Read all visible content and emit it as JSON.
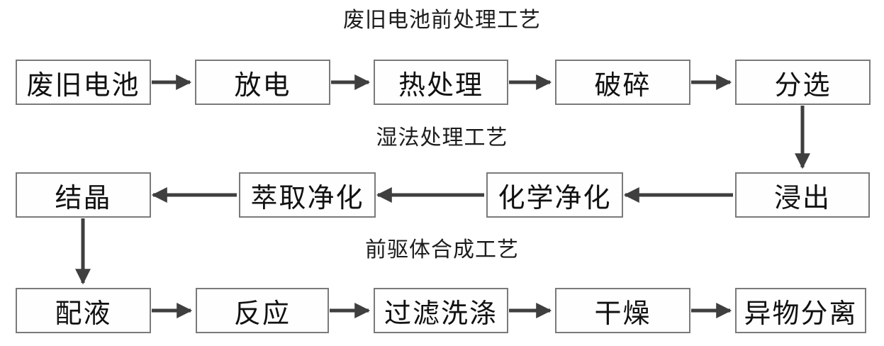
{
  "diagram": {
    "sections": [
      {
        "title": "废旧电池前处理工艺",
        "flow_direction": "left-to-right",
        "boxes": [
          {
            "label": "废旧电池"
          },
          {
            "label": "放电"
          },
          {
            "label": "热处理"
          },
          {
            "label": "破碎"
          },
          {
            "label": "分选"
          }
        ]
      },
      {
        "title": "湿法处理工艺",
        "flow_direction": "right-to-left",
        "boxes": [
          {
            "label": "结晶"
          },
          {
            "label": "萃取净化"
          },
          {
            "label": "化学净化"
          },
          {
            "label": "浸出"
          }
        ]
      },
      {
        "title": "前驱体合成工艺",
        "flow_direction": "left-to-right",
        "boxes": [
          {
            "label": "配液"
          },
          {
            "label": "反应"
          },
          {
            "label": "过滤洗涤"
          },
          {
            "label": "干燥"
          },
          {
            "label": "异物分离"
          }
        ]
      }
    ],
    "edges": [
      {
        "from": "废旧电池",
        "to": "放电"
      },
      {
        "from": "放电",
        "to": "热处理"
      },
      {
        "from": "热处理",
        "to": "破碎"
      },
      {
        "from": "破碎",
        "to": "分选"
      },
      {
        "from": "分选",
        "to": "浸出"
      },
      {
        "from": "浸出",
        "to": "化学净化"
      },
      {
        "from": "化学净化",
        "to": "萃取净化"
      },
      {
        "from": "萃取净化",
        "to": "结晶"
      },
      {
        "from": "结晶",
        "to": "配液"
      },
      {
        "from": "配液",
        "to": "反应"
      },
      {
        "from": "反应",
        "to": "过滤洗涤"
      },
      {
        "from": "过滤洗涤",
        "to": "干燥"
      },
      {
        "from": "干燥",
        "to": "异物分离"
      }
    ]
  },
  "colors": {
    "arrow": "#3f3f3f",
    "box_border": "#7a7a7a",
    "text": "#111111",
    "background": "#ffffff"
  }
}
